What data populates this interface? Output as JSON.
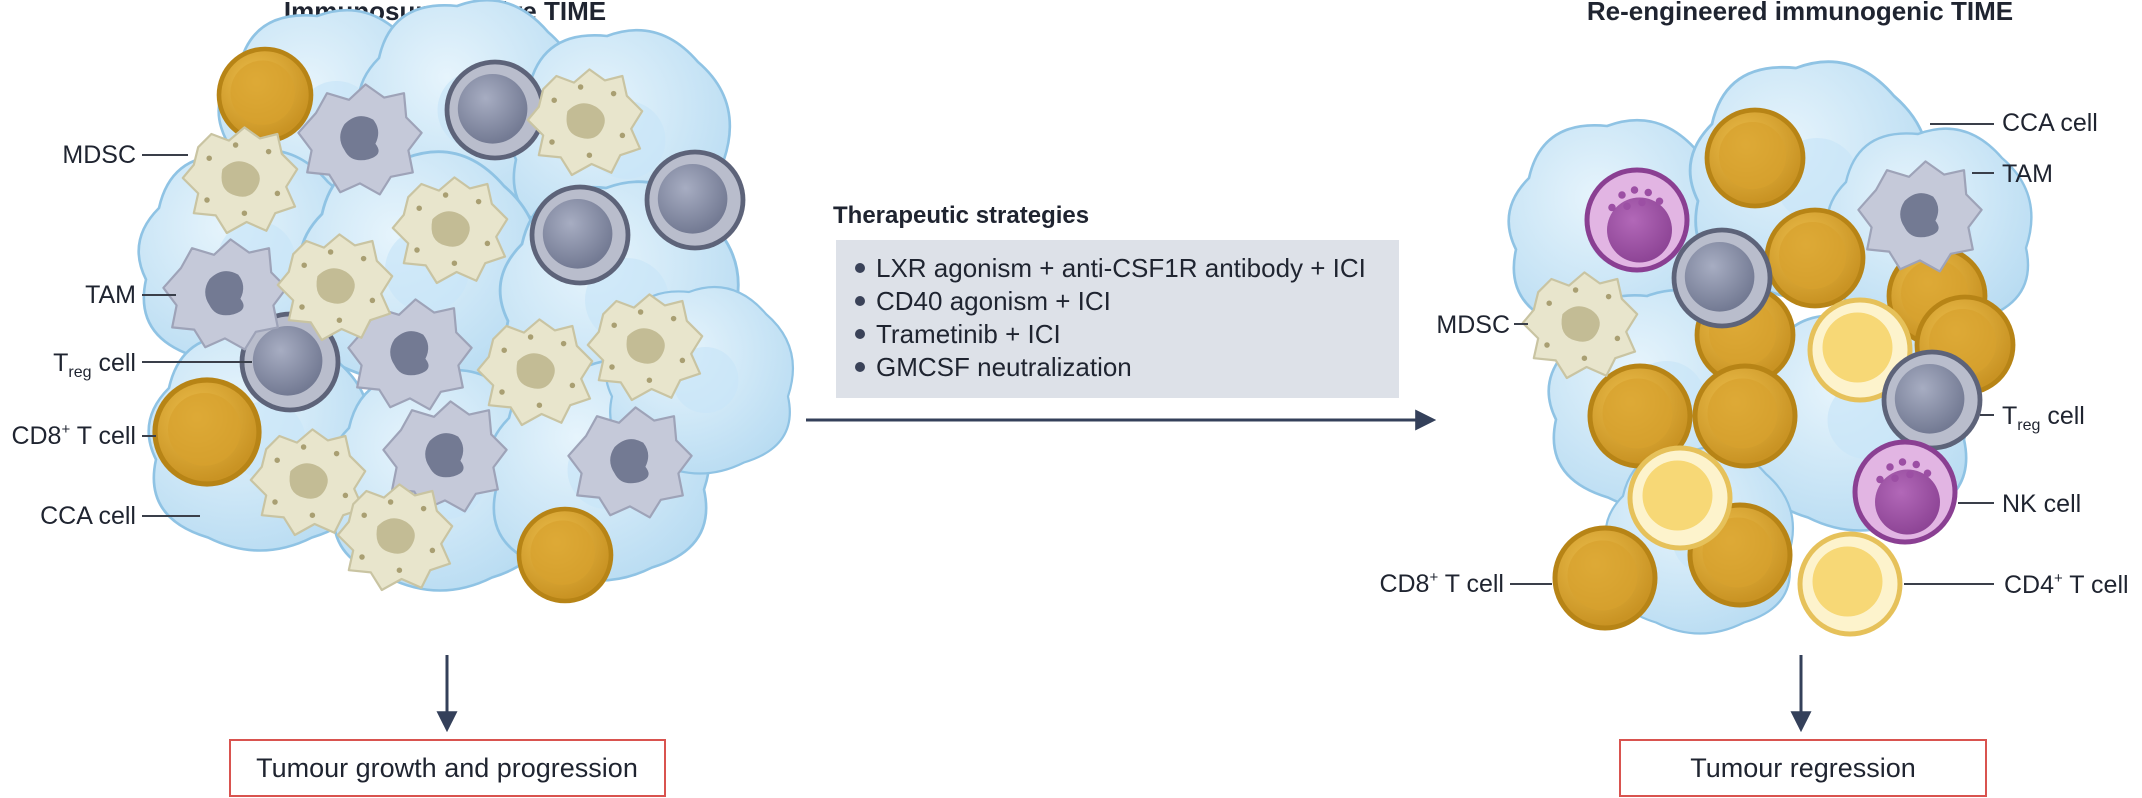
{
  "left_panel": {
    "title": "Immunosuppressive TIME",
    "labels": {
      "mdsc": "MDSC",
      "tam": "TAM",
      "treg_prefix": "T",
      "treg_sub": "reg",
      "treg_suffix": " cell",
      "cd8_prefix": "CD8",
      "cd8_sup": "+",
      "cd8_suffix": " T cell",
      "cca": "CCA cell"
    },
    "outcome": "Tumour growth and progression"
  },
  "strategies": {
    "title": "Therapeutic strategies",
    "items": [
      "LXR agonism + anti-CSF1R antibody + ICI",
      "CD40 agonism + ICI",
      "Trametinib + ICI",
      "GMCSF neutralization"
    ]
  },
  "right_panel": {
    "title": "Re-engineered immunogenic TIME",
    "labels": {
      "cca": "CCA cell",
      "tam": "TAM",
      "mdsc": "MDSC",
      "treg_prefix": "T",
      "treg_sub": "reg",
      "treg_suffix": " cell",
      "nk": "NK cell",
      "cd8_prefix": "CD8",
      "cd8_sup": "+",
      "cd8_suffix": " T cell",
      "cd4_prefix": "CD4",
      "cd4_sup": "+",
      "cd4_suffix": " T cell"
    },
    "outcome": "Tumour regression"
  },
  "colors": {
    "cca_cell": "#cfe8f7",
    "tam": "#c4c8d8",
    "mdsc": "#e6e2c8",
    "treg": "#8e94aa",
    "cd8": "#e0ac34",
    "cd4": "#fbe8a6",
    "nk": "#c07ac4",
    "arrow": "#34405a",
    "box_border": "#d9534f",
    "strategy_bg": "#dde1e8"
  }
}
